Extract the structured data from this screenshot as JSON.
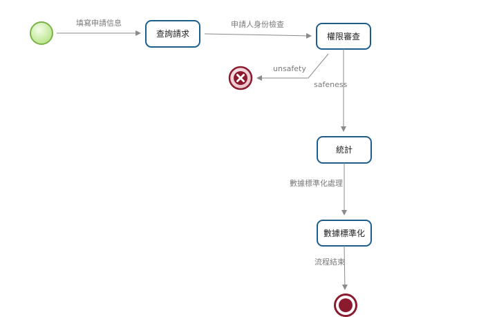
{
  "diagram": {
    "tasks": {
      "query_request": "查詢請求",
      "permission_review": "權限審查",
      "statistics": "統計",
      "data_normalization": "數據標準化"
    },
    "flows": {
      "fill_application": "填寫申請信息",
      "applicant_identity_check": "申請人身份檢查",
      "unsafety": "unsafety",
      "safeness": "safeness",
      "normalization_processing": "數據標準化處理",
      "process_end": "流程結束"
    },
    "colors": {
      "task_border": "#1b5d8a",
      "start_fill": "#c8ef9f",
      "start_stroke": "#7ab24a",
      "error_fill": "#8b1a2e",
      "end_fill": "#8b1a2e",
      "arrow": "#8a8a8a"
    },
    "icons": {
      "start": "start-event-icon",
      "error": "error-end-event-icon",
      "end": "end-event-icon"
    }
  }
}
